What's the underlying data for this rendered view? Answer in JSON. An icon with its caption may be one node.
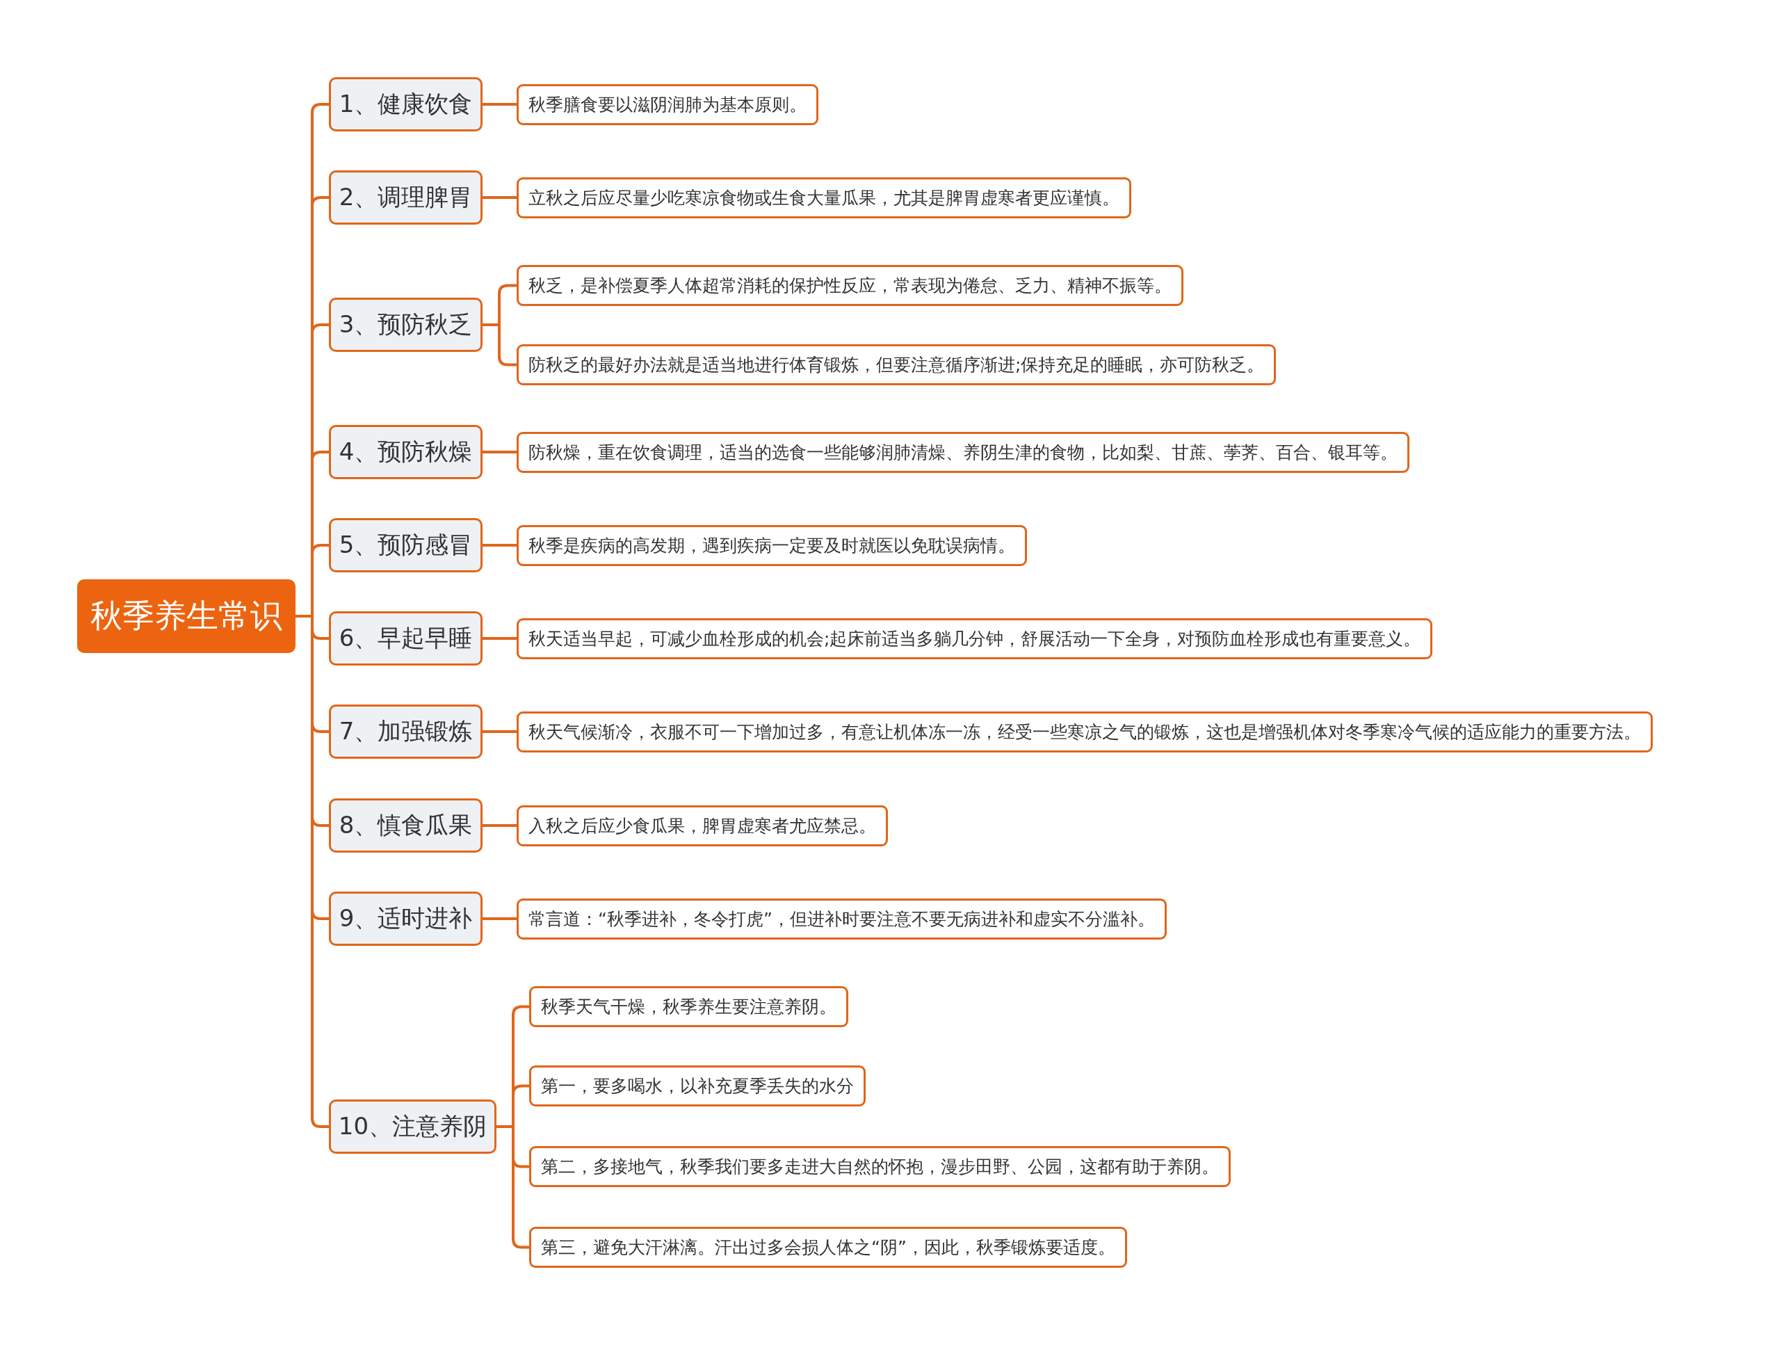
{
  "diagram": {
    "nodes": [
      {
        "text": [
          "秋季养生常识"
        ]
      },
      {
        "text": [
          "1、健康饮食"
        ]
      },
      {
        "text": [
          "秋季膳食要以滋阴润肺为基本原则。"
        ]
      },
      {
        "text": [
          "2、调理脾胃"
        ]
      },
      {
        "text": [
          "立秋之后应尽量少吃寒凉食物或生食大量瓜果，尤其是脾胃虚寒者更应谨慎。"
        ]
      },
      {
        "text": [
          "3、预防秋乏"
        ]
      },
      {
        "text": [
          "秋乏，是补偿夏季人体超常消耗的保护性反应，常表现为倦怠、乏力、精神不振等。"
        ]
      },
      {
        "text": [
          "防秋乏的最好办法就是适当地进行体育锻炼，但要注意循序渐进;保持充足的睡眠，亦可防秋乏。"
        ]
      },
      {
        "text": [
          "4、预防秋燥"
        ]
      },
      {
        "text": [
          "防秋燥，重在饮食调理，适当的选食一些能够润肺清燥、养阴生津的食物，比如梨、甘蔗、荸荠、百合、银耳等。"
        ]
      },
      {
        "text": [
          "5、预防感冒"
        ]
      },
      {
        "text": [
          "秋季是疾病的高发期，遇到疾病一定要及时就医以免耽误病情。"
        ]
      },
      {
        "text": [
          "6、早起早睡"
        ]
      },
      {
        "text": [
          "秋天适当早起，可减少血栓形成的机会;起床前适当多躺几分钟，舒展活动一下全身，对预防血栓形成也有重要意义。"
        ]
      },
      {
        "text": [
          "7、加强锻炼"
        ]
      },
      {
        "text": [
          "秋天气候渐冷，衣服不可一下增加过多，有意让机体冻一冻，经受一些寒凉之气的锻炼，这也是增强机体对冬季寒冷气候的适应能力的重要方法。"
        ]
      },
      {
        "text": [
          "8、慎食瓜果"
        ]
      },
      {
        "text": [
          "入秋之后应少食瓜果，脾胃虚寒者尤应禁忌。"
        ]
      },
      {
        "text": [
          "9、适时进补"
        ]
      },
      {
        "text": [
          "常言道：“秋季进补，冬令打虎”，但进补时要注意不要无病进补和虚实不分滥补。"
        ]
      },
      {
        "text": [
          "10、注意养阴"
        ]
      },
      {
        "text": [
          "秋季天气干燥，秋季养生要注意养阴。"
        ]
      },
      {
        "text": [
          "第一，要多喝水，以补充夏季丢失的水分"
        ]
      },
      {
        "text": [
          "第二，多接地气，秋季我们要多走进大自然的怀抱，漫步田野、公园，这都有助于养阴。"
        ]
      },
      {
        "text": [
          "第三，避免大汗淋漓。汗出过多会损人体之“阴”，因此，秋季锻炼要适度。"
        ]
      }
    ],
    "edges": [
      {
        "from": 0,
        "to": 1,
        "arrow": "none"
      },
      {
        "from": 0,
        "to": 3,
        "arrow": "none"
      },
      {
        "from": 0,
        "to": 5,
        "arrow": "none"
      },
      {
        "from": 0,
        "to": 8,
        "arrow": "none"
      },
      {
        "from": 0,
        "to": 10,
        "arrow": "none"
      },
      {
        "from": 0,
        "to": 12,
        "arrow": "none"
      },
      {
        "from": 0,
        "to": 14,
        "arrow": "none"
      },
      {
        "from": 0,
        "to": 16,
        "arrow": "none"
      },
      {
        "from": 0,
        "to": 18,
        "arrow": "none"
      },
      {
        "from": 0,
        "to": 20,
        "arrow": "none"
      },
      {
        "from": 1,
        "to": 2,
        "arrow": "none"
      },
      {
        "from": 3,
        "to": 4,
        "arrow": "none"
      },
      {
        "from": 5,
        "to": 6,
        "arrow": "none"
      },
      {
        "from": 5,
        "to": 7,
        "arrow": "none"
      },
      {
        "from": 8,
        "to": 9,
        "arrow": "none"
      },
      {
        "from": 10,
        "to": 11,
        "arrow": "none"
      },
      {
        "from": 12,
        "to": 13,
        "arrow": "none"
      },
      {
        "from": 14,
        "to": 15,
        "arrow": "none"
      },
      {
        "from": 16,
        "to": 17,
        "arrow": "none"
      },
      {
        "from": 18,
        "to": 19,
        "arrow": "none"
      },
      {
        "from": 20,
        "to": 21,
        "arrow": "none"
      },
      {
        "from": 20,
        "to": 22,
        "arrow": "none"
      },
      {
        "from": 20,
        "to": 23,
        "arrow": "none"
      },
      {
        "from": 20,
        "to": 24,
        "arrow": "none"
      }
    ]
  }
}
